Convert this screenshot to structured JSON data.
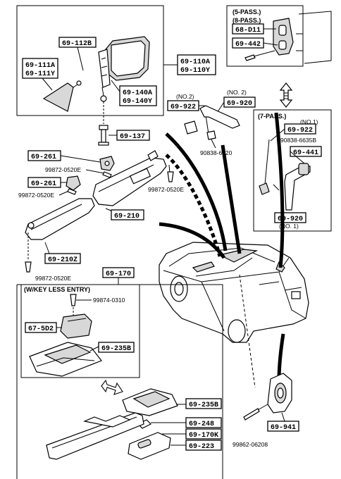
{
  "labels": {
    "mirror_assy": "69-112B",
    "mirror_outer_a": "69-111A",
    "mirror_outer_y": "69-111Y",
    "mirror_110a": "69-110A",
    "mirror_110y": "69-110Y",
    "mirror_140a": "69-140A",
    "mirror_140y": "69-140Y",
    "bracket": "69-137",
    "visor_holder_r": "69-261",
    "visor_holder_l": "69-261",
    "screw_1": "99872-0520E",
    "screw_2": "99872-0520E",
    "screw_3": "99872-0520E",
    "screw_4": "99872-0520E",
    "visor_r": "69-210",
    "visor_l": "69-210Z",
    "pass_header_1": "(5-PASS.)",
    "pass_header_2": "(8-PASS.)",
    "handle_base": "68-D11",
    "handle_cover": "69-442",
    "no2_a": "(NO.2)",
    "no2_b": "(NO. 2)",
    "assist_grip_cap": "69-922",
    "assist_grip": "69-920",
    "screw_5": "90838-6620",
    "pass7_header": "(7-PASS.)",
    "no1_a": "(NO.1)",
    "cap_7": "69-922",
    "screw_6": "90838-6635B",
    "grip_base_7": "69-441",
    "grip_7": "69-920",
    "no1_b": "(NO. 1)",
    "lamp_assy": "69-170",
    "keyless_header": "(W/KEY LESS ENTRY)",
    "screw_7": "99874-0310",
    "receiver": "67-5D2",
    "lamp_lens_1": "69-235B",
    "lamp_lens_2": "69-235B",
    "bulb": "69-248",
    "lamp_170k": "69-170K",
    "lens_223": "69-223",
    "coat_hook": "69-941",
    "screw_8": "99862-06208"
  }
}
